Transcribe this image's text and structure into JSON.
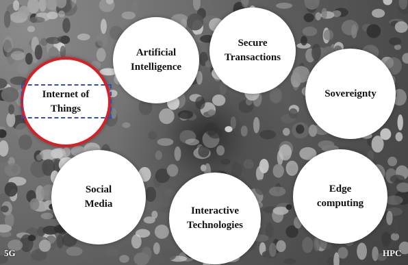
{
  "diagram": {
    "nodes": [
      {
        "id": "artificial-intelligence",
        "label": "Artificial\nIntelligence",
        "highlighted": false
      },
      {
        "id": "secure-transactions",
        "label": "Secure\nTransactions",
        "highlighted": false
      },
      {
        "id": "internet-of-things",
        "label": "Internet of\nThings",
        "highlighted": true
      },
      {
        "id": "sovereignty",
        "label": "Sovereignty",
        "highlighted": false
      },
      {
        "id": "social-media",
        "label": "Social\nMedia",
        "highlighted": false
      },
      {
        "id": "edge-computing",
        "label": "Edge\ncomputing",
        "highlighted": false
      },
      {
        "id": "interactive-technologies",
        "label": "Interactive\nTechnologies",
        "highlighted": false
      }
    ],
    "corner_left": "5G",
    "corner_right": "HPC"
  },
  "colors": {
    "highlight_border": "#d91f26",
    "dashed_box": "#2d4fb8",
    "node_fill": "#ffffff"
  }
}
